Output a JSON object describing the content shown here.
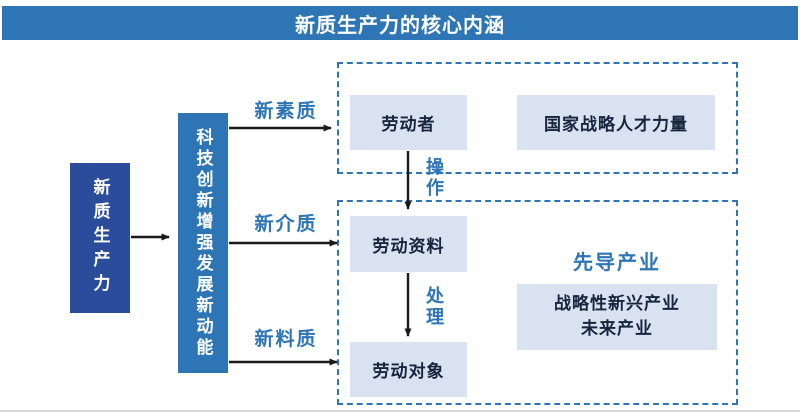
{
  "banner": {
    "title": "新质生产力的核心内涵"
  },
  "colors": {
    "banner-blue": "#2E75B6",
    "dark-blue": "#2B4C9A",
    "light-fill": "#D9E2F0",
    "accent-blue": "#2E75B6",
    "text-dark": "#16243D",
    "arrow-black": "#1A1A1A",
    "dash-blue": "#2E75B6"
  },
  "left_box": {
    "label": "新质生产力"
  },
  "driver_box": {
    "label": "科技创新增强发展新动能"
  },
  "flow_labels": {
    "top": "新素质",
    "middle": "新介质",
    "bottom": "新料质"
  },
  "vertical_labels": {
    "operate": "操作",
    "process": "处理"
  },
  "laborer_group": {
    "laborer": "劳动者",
    "talent": "国家战略人才力量"
  },
  "production_group": {
    "materials": "劳动资料",
    "objects": "劳动对象",
    "industry_title": "先导产业",
    "industry_lines": [
      "战略性新兴产业",
      "未来产业"
    ]
  }
}
